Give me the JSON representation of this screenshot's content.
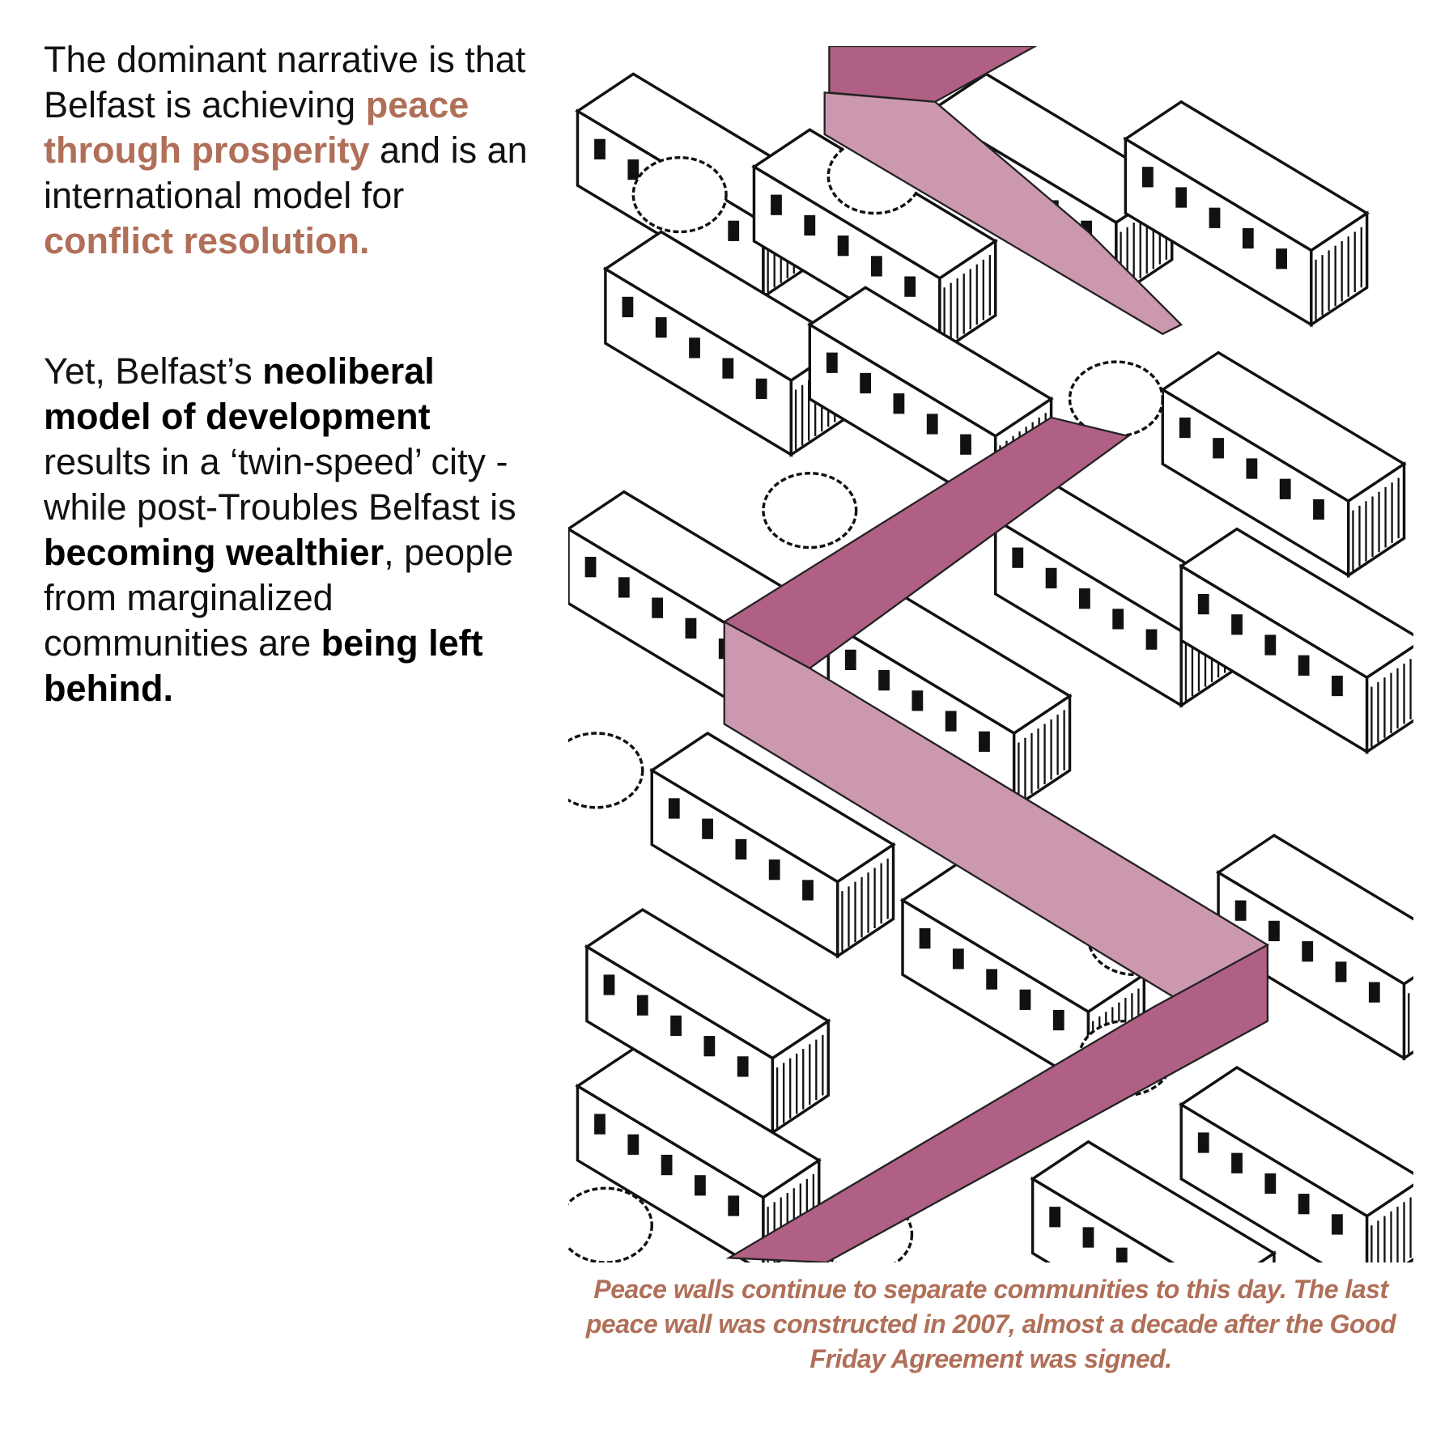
{
  "intro": {
    "t1": "The dominant narrative is that Belfast is achieving ",
    "h1": "peace through prosperity",
    "t2": " and is an international model for ",
    "h2": "conflict resolution."
  },
  "argument": {
    "t1": "Yet, Belfast’s ",
    "b1": "neoliberal model of development",
    "t2": " results in a ‘twin-speed’ city - while post-Troubles Belfast is ",
    "b2": "becoming wealthier",
    "t3": ", people from marginalized communities are ",
    "b3": "being left behind."
  },
  "illustration": {
    "subject": "peace-wall-illustration",
    "wall_dark": "#b06084",
    "wall_light": "#cc98b0"
  },
  "caption": "Peace walls continue to separate communities to this day. The last peace wall was constructed in 2007, almost a decade after the Good Friday Agreement was signed.",
  "colors": {
    "accent": "#b06f58",
    "text": "#111111"
  }
}
